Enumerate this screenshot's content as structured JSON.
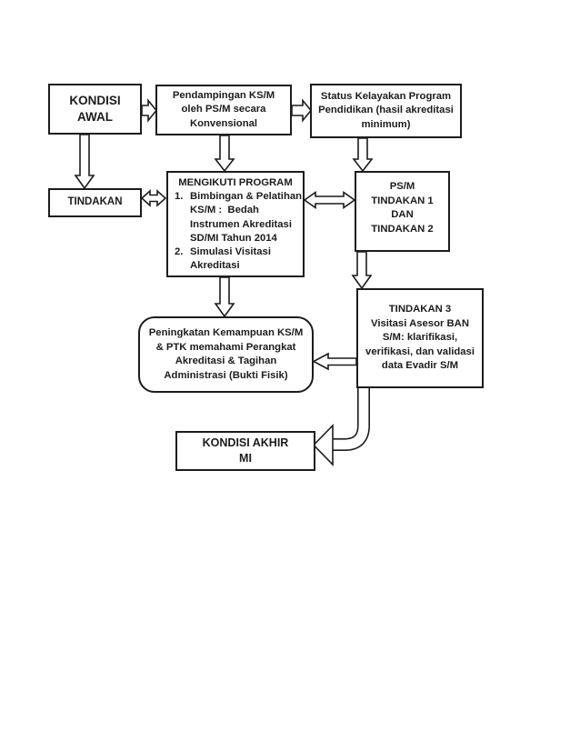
{
  "page": {
    "background": "#ffffff",
    "border_color": "#1c1c1c",
    "text_color": "#1c1c1c",
    "kind": "flowchart-diagram"
  },
  "nodes": {
    "kondisi_awal": {
      "lines": [
        "KONDISI",
        "AWAL"
      ]
    },
    "pendampingan": {
      "lines": [
        "Pendampingan KS/M",
        "oleh PS/M secara",
        "Konvensional"
      ]
    },
    "status": {
      "lines": [
        "Status Kelayakan Program",
        "Pendidikan (hasil akreditasi",
        "minimum)"
      ]
    },
    "tindakan": {
      "lines": [
        "TINDAKAN"
      ]
    },
    "mengikuti": {
      "title": "MENGIKUTI PROGRAM",
      "items": [
        {
          "num": "1.",
          "lines": [
            "Bimbingan & Pelatihan",
            "KS/M :  Bedah",
            "Instrumen Akreditasi",
            "SD/MI Tahun 2014"
          ]
        },
        {
          "num": "2.",
          "lines": [
            "Simulasi Visitasi",
            "Akreditasi"
          ]
        }
      ]
    },
    "psm": {
      "lines": [
        "PS/M",
        "TINDAKAN 1",
        "DAN",
        "TINDAKAN 2"
      ]
    },
    "tindakan3": {
      "lines": [
        "TINDAKAN 3",
        "Visitasi Asesor BAN",
        "S/M: klarifikasi,",
        "verifikasi, dan validasi",
        "data Evadir S/M"
      ]
    },
    "peningkatan": {
      "lines": [
        "Peningkatan Kemampuan KS/M",
        "& PTK memahami Perangkat",
        "Akreditasi & Tagihan",
        "Administrasi (Bukti Fisik)"
      ]
    },
    "kondisi_akhir": {
      "lines": [
        "KONDISI AKHIR",
        "MI"
      ]
    }
  },
  "edges": [
    {
      "from": "kondisi-awal",
      "to": "pendampingan",
      "type": "arrow"
    },
    {
      "from": "pendampingan",
      "to": "status-kelayakan",
      "type": "arrow"
    },
    {
      "from": "kondisi-awal",
      "to": "tindakan",
      "type": "arrow"
    },
    {
      "from": "pendampingan",
      "to": "mengikuti-program",
      "type": "arrow"
    },
    {
      "from": "status-kelayakan",
      "to": "psm-tindakan-1-2",
      "type": "arrow"
    },
    {
      "from": "tindakan",
      "to": "mengikuti-program",
      "type": "double-arrow"
    },
    {
      "from": "mengikuti-program",
      "to": "psm-tindakan-1-2",
      "type": "double-arrow"
    },
    {
      "from": "psm-tindakan-1-2",
      "to": "tindakan-3",
      "type": "arrow"
    },
    {
      "from": "mengikuti-program",
      "to": "peningkatan-kemampuan",
      "type": "arrow"
    },
    {
      "from": "tindakan-3",
      "to": "peningkatan-kemampuan",
      "type": "arrow"
    },
    {
      "from": "tindakan-3",
      "to": "kondisi-akhir-mi",
      "type": "bent-arrow"
    }
  ]
}
